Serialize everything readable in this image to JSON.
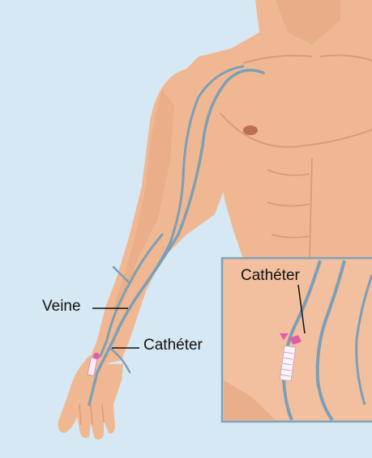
{
  "labels": {
    "vein": "Veine",
    "catheter": "Cathéter",
    "inset_catheter": "Cathéter"
  },
  "colors": {
    "background": "#d6e8f3",
    "skin": "#f0b892",
    "skin_shadow": "#d99b78",
    "vein": "#7c9fb6",
    "catheter": "#e25da8",
    "inset_border": "#7ea2bb"
  }
}
